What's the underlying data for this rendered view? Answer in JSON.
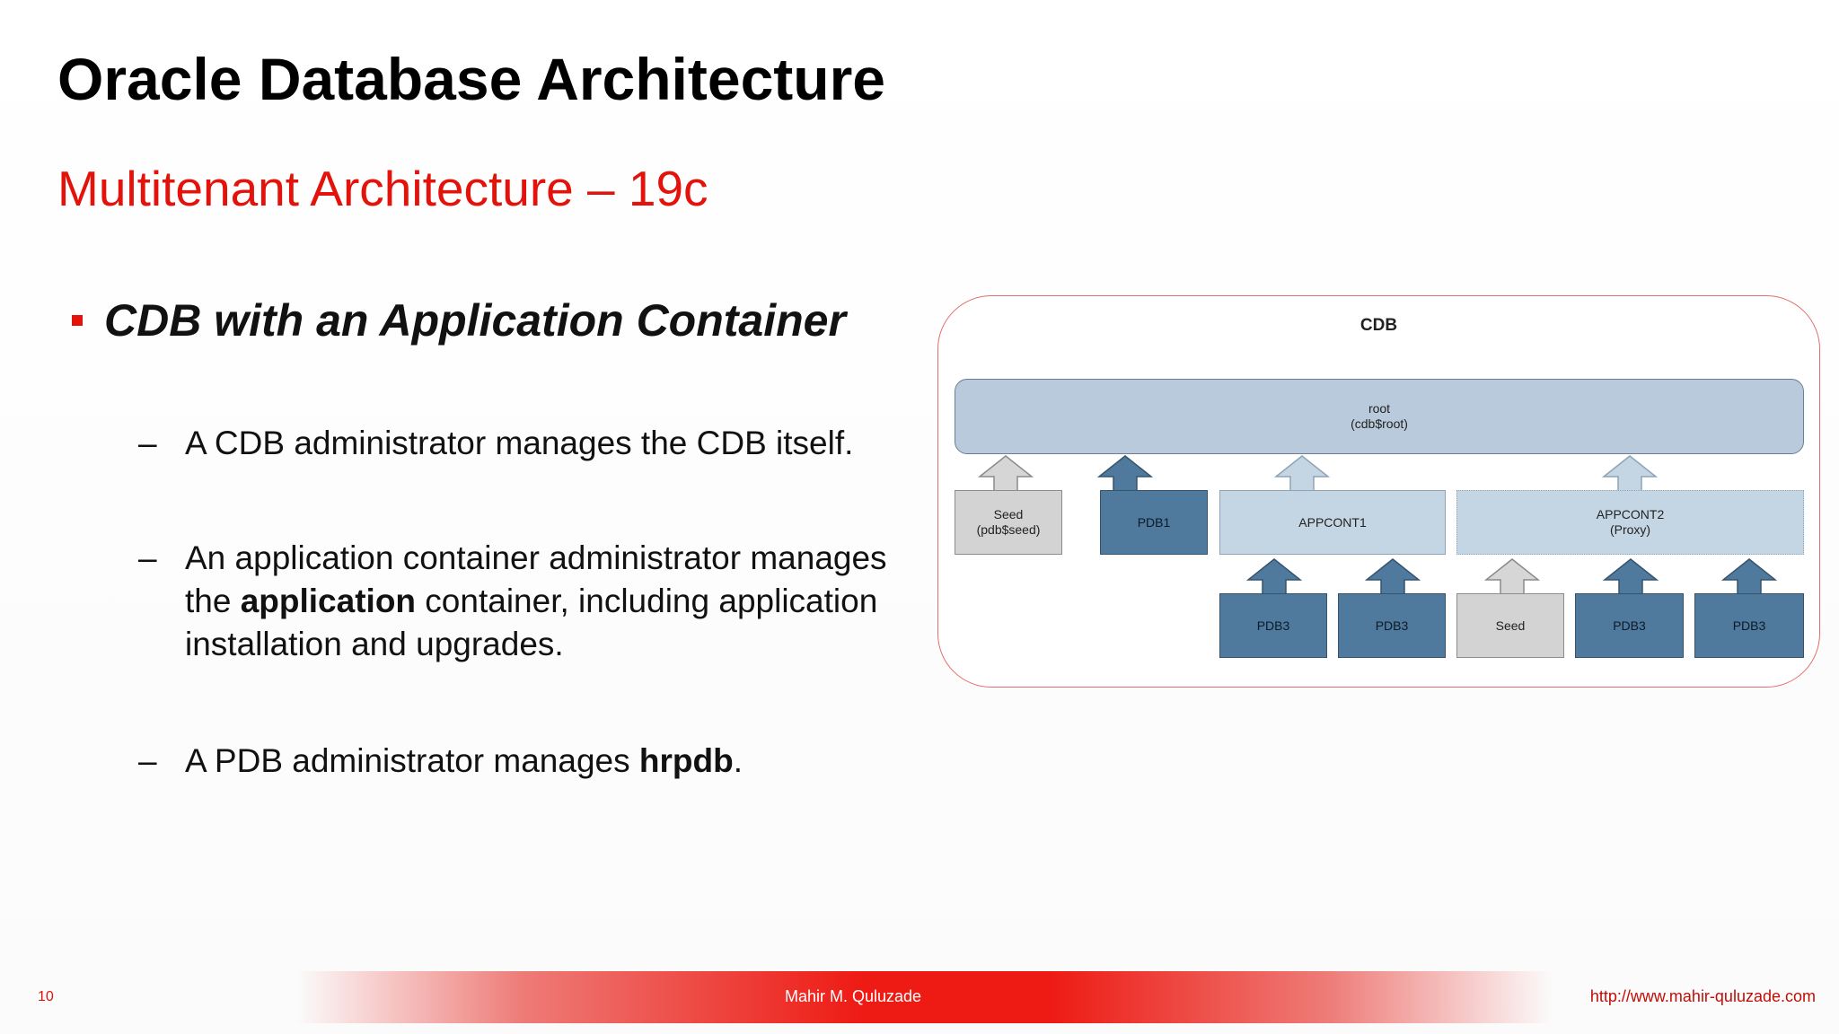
{
  "slide": {
    "title": "Oracle Database Architecture",
    "subtitle": "Multitenant Architecture – 19c",
    "main_bullet": "CDB with an Application Container",
    "sub_bullets": [
      {
        "dash": "–",
        "text_before": "A CDB administrator manages the CDB itself.",
        "bold": "",
        "text_after": ""
      },
      {
        "dash": "–",
        "text_before": "An application container administrator manages the ",
        "bold": "application",
        "text_after": " container, including application installation and upgrades."
      },
      {
        "dash": "–",
        "text_before": "A PDB administrator manages ",
        "bold": "hrpdb",
        "text_after": "."
      }
    ]
  },
  "diagram": {
    "cdb_label": "CDB",
    "root": {
      "line1": "root",
      "line2": "(cdb$root)"
    },
    "seed": {
      "line1": "Seed",
      "line2": "(pdb$seed)"
    },
    "pdb1": "PDB1",
    "appcont1": "APPCONT1",
    "appcont2": {
      "line1": "APPCONT2",
      "line2": "(Proxy)"
    },
    "appcont1_children": [
      "PDB3",
      "PDB3"
    ],
    "appcont2_children": [
      "Seed",
      "PDB3",
      "PDB3"
    ]
  },
  "colors": {
    "accent_red": "#e3120b",
    "light_blue": "#b8cadb",
    "dark_blue": "#4f7a9e",
    "gray": "#d3d3d3"
  },
  "footer": {
    "page_number": "10",
    "author": "Mahir M. Quluzade",
    "url": "http://www.mahir-quluzade.com"
  }
}
